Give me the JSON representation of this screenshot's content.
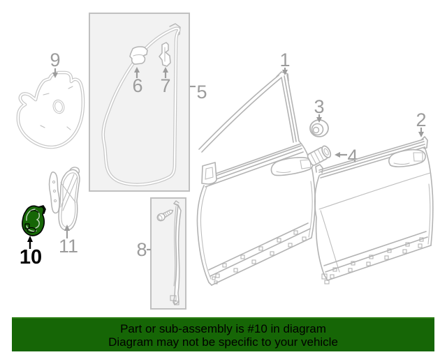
{
  "diagram": {
    "callouts": {
      "c1": "1",
      "c2": "2",
      "c3": "3",
      "c4": "4",
      "c5": "5",
      "c6": "6",
      "c7": "7",
      "c8": "8",
      "c9": "9",
      "c10": "10",
      "c11": "11"
    },
    "highlighted_callout": "10",
    "colors": {
      "line": "#b3b3b3",
      "label": "#9c9c9c",
      "highlight": "#166606",
      "highlight_outline": "#000000",
      "box_fill": "#f2f2f2",
      "box_border": "#c0c0c0"
    }
  },
  "banner": {
    "line1": "Part or sub-assembly is #10 in diagram",
    "line2": "Diagram may not be specific to your vehicle",
    "background": "#166606",
    "text_color": "#000000"
  }
}
